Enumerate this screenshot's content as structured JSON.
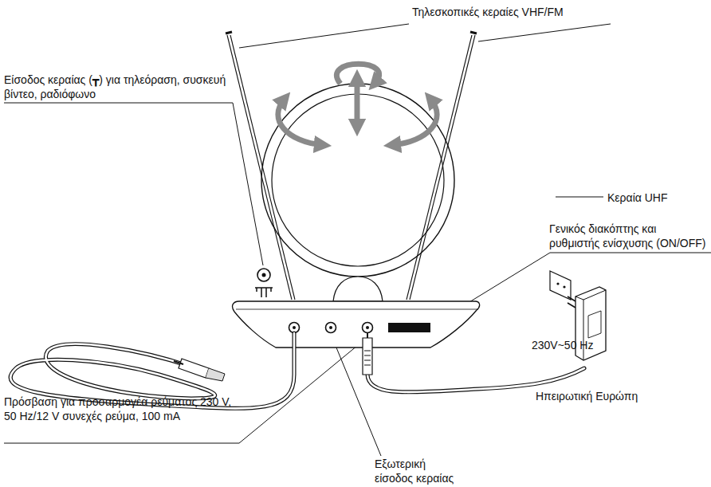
{
  "diagram": {
    "labels": [
      "Τηλεσκοπικές κεραίες VHF/FM",
      "Είσοδος κεραίας (┳) για τηλεόραση, συσκευή βίντεο, ραδιόφωνο",
      "Κεραία UHF",
      "Γενικός διακόπτης και ρυθμιστής ενίσχυσης (ON/OFF)",
      "230V~50 Hz",
      "Ηπειρωτική Ευρώπη",
      "Πρόσβαση για προσαρμογέα ρεύματος 230 V, 50 Hz/12 V συνεχές ρεύμα, 100 mA",
      "Εξωτερική είσοδος κεραίας"
    ]
  }
}
